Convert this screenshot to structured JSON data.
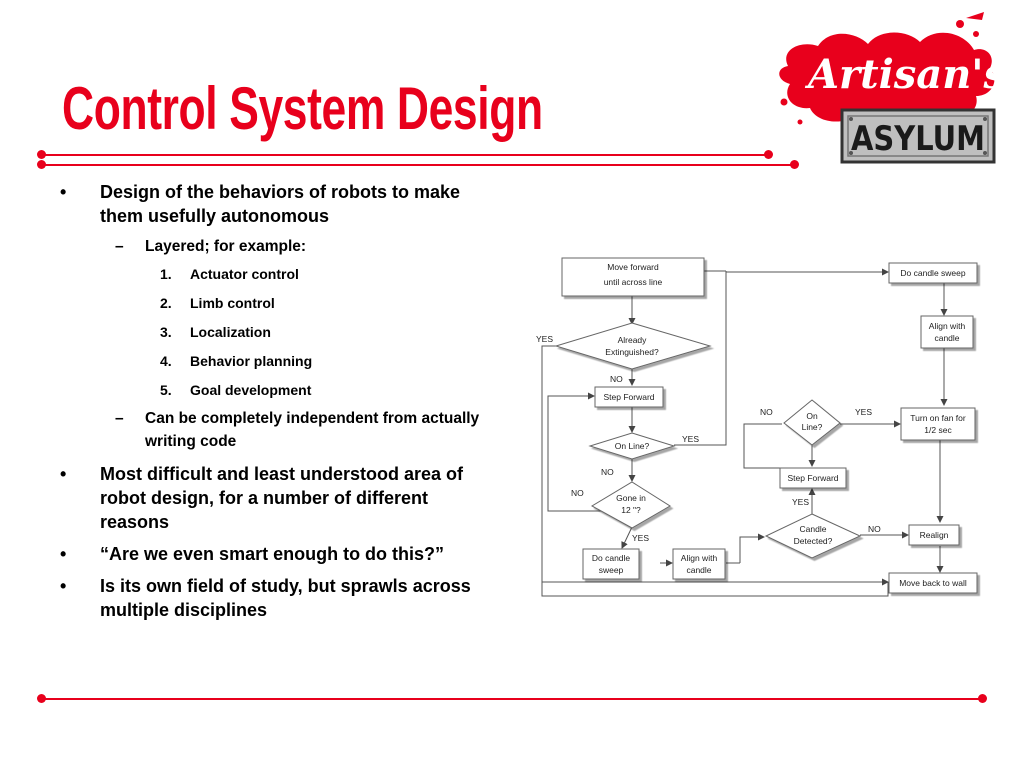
{
  "slide": {
    "title": "Control System Design"
  },
  "logo": {
    "line1": "Artisan's",
    "line2": "ASYLUM",
    "colors": {
      "splash": "#e8001c",
      "plate": "#bfbfbf",
      "plate_text": "#1a1a1a"
    }
  },
  "outline": {
    "bullet1": "Design of the behaviors of robots to make them usefully autonomous",
    "sub1": "Layered; for example:",
    "list": [
      "Actuator control",
      "Limb control",
      "Localization",
      "Behavior planning",
      "Goal development"
    ],
    "sub2": "Can be completely independent from actually writing code",
    "bullet2": "Most difficult and least understood area of robot design, for a number of different reasons",
    "bullet3": "“Are we even smart enough to do this?”",
    "bullet4": "Is its own field of study, but sprawls across multiple disciplines",
    "bullet_mark": "•",
    "dash_mark": "–"
  },
  "flowchart": {
    "nodes": {
      "move_forward_1": "Move forward",
      "move_forward_2": "until across line",
      "already_1": "Already",
      "already_2": "Extinguished?",
      "step_forward_a": "Step Forward",
      "on_line": "On Line?",
      "gone_1": "Gone in",
      "gone_2": "12 \"?",
      "do_candle_sweep_a_1": "Do candle",
      "do_candle_sweep_a_2": "sweep",
      "align_candle_a_1": "Align with",
      "align_candle_a_2": "candle",
      "do_candle_sweep_b": "Do candle sweep",
      "align_candle_b_1": "Align with",
      "align_candle_b_2": "candle",
      "on_line_b_1": "On",
      "on_line_b_2": "Line?",
      "turn_on_fan_1": "Turn on fan for",
      "turn_on_fan_2": "1/2 sec",
      "step_forward_b": "Step Forward",
      "candle_detected_1": "Candle",
      "candle_detected_2": "Detected?",
      "realign": "Realign",
      "move_back": "Move back to wall"
    },
    "labels": {
      "yes": "YES",
      "no": "NO"
    }
  }
}
